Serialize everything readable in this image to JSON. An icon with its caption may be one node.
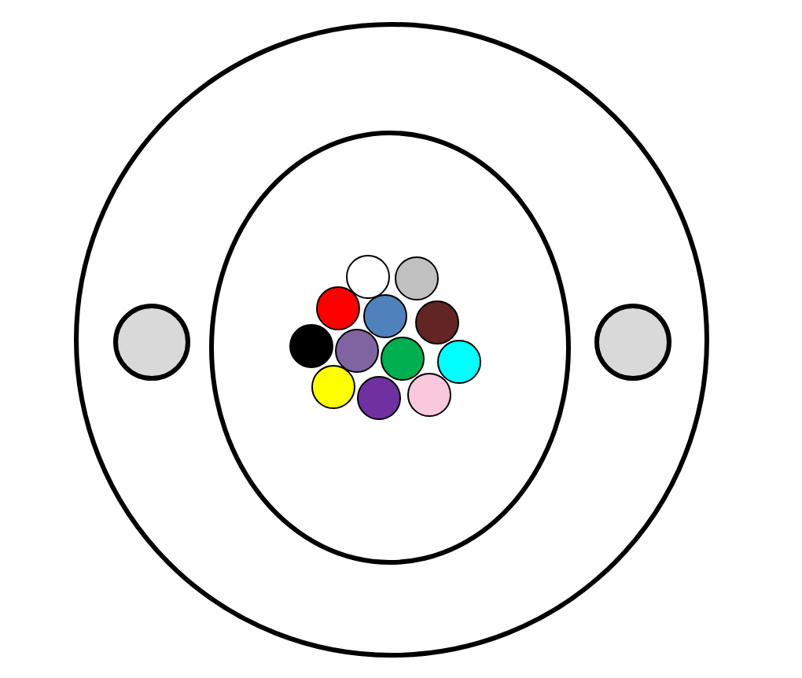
{
  "diagram": {
    "nodes": [
      {
        "text": [],
        "shape": "circle"
      },
      {
        "text": [],
        "shape": "circle",
        "in": 0
      },
      {
        "text": [],
        "shape": "ellipse",
        "in": 0
      },
      {
        "text": [],
        "shape": "circle",
        "in": 2
      },
      {
        "text": [],
        "shape": "circle",
        "in": 2
      },
      {
        "text": [],
        "shape": "circle",
        "in": 2
      },
      {
        "text": [],
        "shape": "circle",
        "in": 2
      },
      {
        "text": [],
        "shape": "circle",
        "in": 2
      },
      {
        "text": [],
        "shape": "circle",
        "in": 2
      },
      {
        "text": [],
        "shape": "circle",
        "in": 2
      },
      {
        "text": [],
        "shape": "circle",
        "in": 2
      },
      {
        "text": [],
        "shape": "circle",
        "in": 2
      },
      {
        "text": [],
        "shape": "circle",
        "in": 2
      },
      {
        "text": [],
        "shape": "circle",
        "in": 2
      },
      {
        "text": [],
        "shape": "circle",
        "in": 2
      },
      {
        "text": [],
        "shape": "circle",
        "in": 0
      }
    ]
  }
}
